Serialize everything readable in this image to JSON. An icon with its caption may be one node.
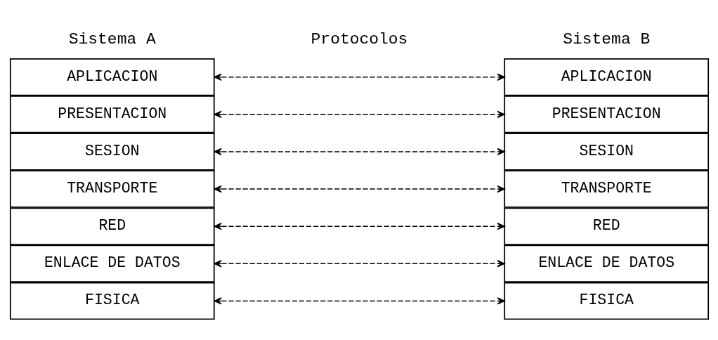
{
  "diagram": {
    "nodes": [
      {
        "text": [
          "APLICACION"
        ]
      },
      {
        "text": [
          "PRESENTACION"
        ]
      },
      {
        "text": [
          "SESION"
        ]
      },
      {
        "text": [
          "TRANSPORTE"
        ]
      },
      {
        "text": [
          "RED"
        ]
      },
      {
        "text": [
          "ENLACE DE DATOS"
        ]
      },
      {
        "text": [
          "FISICA"
        ]
      },
      {
        "text": [
          "APLICACION"
        ]
      },
      {
        "text": [
          "PRESENTACION"
        ]
      },
      {
        "text": [
          "SESION"
        ]
      },
      {
        "text": [
          "TRANSPORTE"
        ]
      },
      {
        "text": [
          "RED"
        ]
      },
      {
        "text": [
          "ENLACE DE DATOS"
        ]
      },
      {
        "text": [
          "FISICA"
        ]
      }
    ],
    "edges": [
      {
        "from": 0,
        "to": 7,
        "arrow": "both",
        "style": "dashed"
      },
      {
        "from": 1,
        "to": 8,
        "arrow": "both",
        "style": "dashed"
      },
      {
        "from": 2,
        "to": 9,
        "arrow": "both",
        "style": "dashed"
      },
      {
        "from": 3,
        "to": 10,
        "arrow": "both",
        "style": "dashed"
      },
      {
        "from": 4,
        "to": 11,
        "arrow": "both",
        "style": "dashed"
      },
      {
        "from": 5,
        "to": 12,
        "arrow": "both",
        "style": "dashed"
      },
      {
        "from": 6,
        "to": 13,
        "arrow": "both",
        "style": "dashed"
      }
    ],
    "labels": [
      "Sistema A",
      "Protocolos",
      "Sistema B"
    ]
  }
}
